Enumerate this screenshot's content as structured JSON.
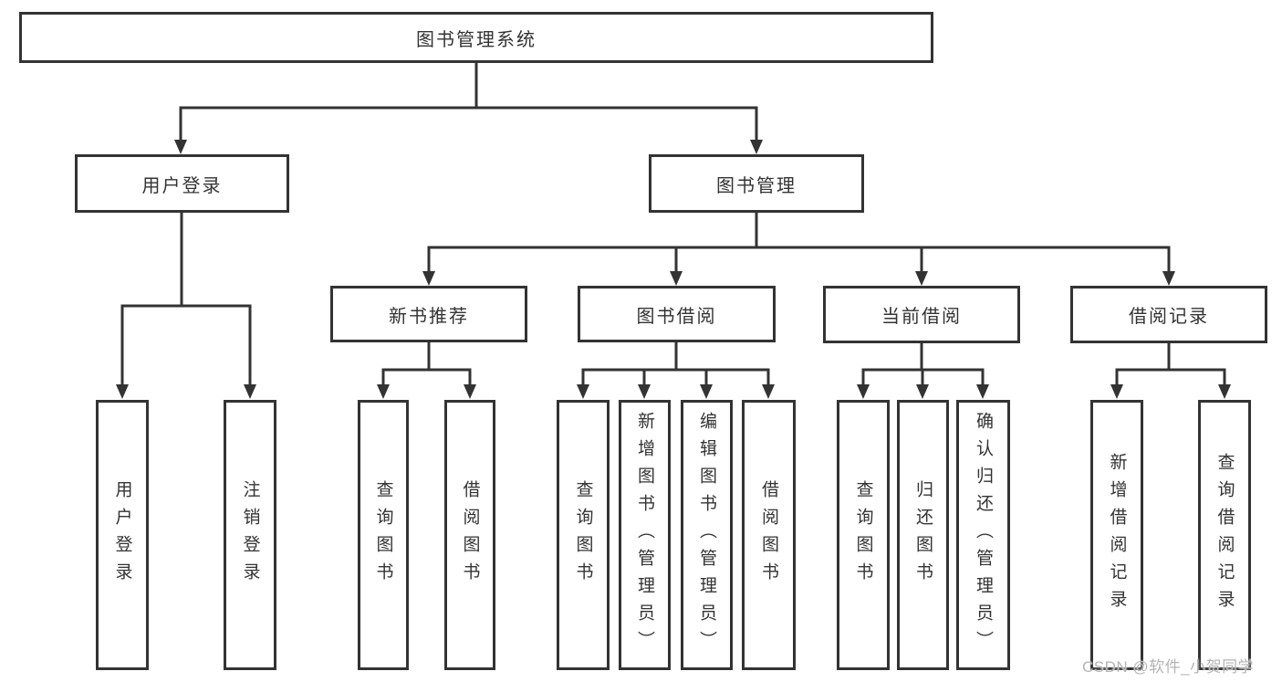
{
  "diagram": {
    "background": "#ffffff",
    "line_color": "#333333",
    "text_color": "#333333",
    "watermark_color": "#b4b4b4",
    "watermark": "CSDN @软件_小贺同学",
    "tree": {
      "label": "图书管理系统",
      "children": [
        {
          "label": "用户登录",
          "children": [
            {
              "label": "用户登录"
            },
            {
              "label": "注销登录"
            }
          ]
        },
        {
          "label": "图书管理",
          "children": [
            {
              "label": "新书推荐",
              "children": [
                {
                  "label": "查询图书"
                },
                {
                  "label": "借阅图书"
                }
              ]
            },
            {
              "label": "图书借阅",
              "children": [
                {
                  "label": "查询图书"
                },
                {
                  "label": "新增图书（管理员）"
                },
                {
                  "label": "编辑图书（管理员）"
                },
                {
                  "label": "借阅图书"
                }
              ]
            },
            {
              "label": "当前借阅",
              "children": [
                {
                  "label": "查询图书"
                },
                {
                  "label": "归还图书"
                },
                {
                  "label": "确认归还（管理员）"
                }
              ]
            },
            {
              "label": "借阅记录",
              "children": [
                {
                  "label": "新增借阅记录"
                },
                {
                  "label": "查询借阅记录"
                }
              ]
            }
          ]
        }
      ]
    }
  }
}
